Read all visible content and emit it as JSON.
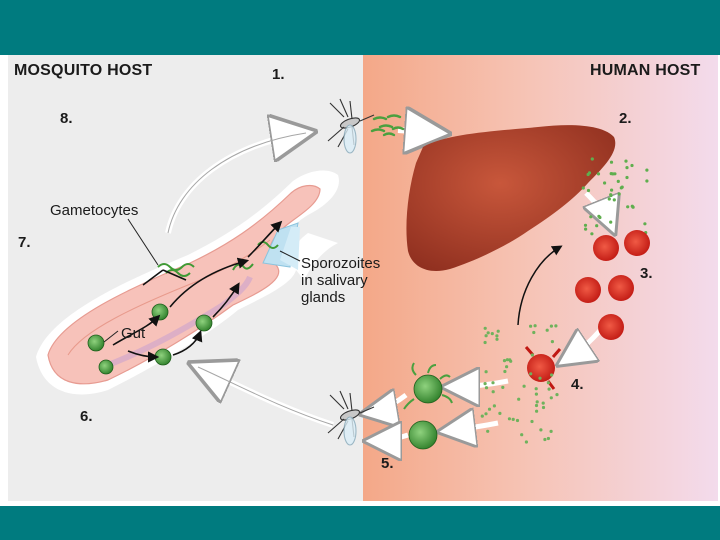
{
  "headers": {
    "mosquito_host": "MOSQUITO HOST",
    "human_host": "HUMAN HOST"
  },
  "steps": [
    "1.",
    "2.",
    "3.",
    "4.",
    "5.",
    "6.",
    "7.",
    "8."
  ],
  "labels": {
    "gametocytes": "Gametocytes",
    "gut": "Gut",
    "sporozoites_line1": "Sporozoites",
    "sporozoites_line2": "in salivary",
    "sporozoites_line3": "glands"
  },
  "colors": {
    "band": "#007b7f",
    "mosquito_panel": "#eeeeee",
    "human_gradient_start": "#f5a98c",
    "human_gradient_end": "#f4d8ea",
    "liver": "#b5452e",
    "red_cell": "#d9241c",
    "parasite_green": "#4aa03f",
    "gut_pink": "#f7c3bb"
  },
  "icons": [
    "mosquito-icon",
    "liver-icon",
    "red-blood-cell-icon",
    "gametocyte-icon",
    "arrow-icon"
  ]
}
